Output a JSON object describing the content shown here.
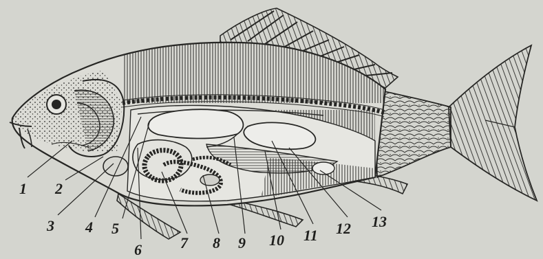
{
  "figure": {
    "subject": "fish-internal-anatomy",
    "colors": {
      "ink": "#262624",
      "paper": "#d4d5cf",
      "organ": "#e6e6e1"
    },
    "labels": [
      "1",
      "2",
      "3",
      "4",
      "5",
      "6",
      "7",
      "8",
      "9",
      "10",
      "11",
      "12",
      "13"
    ]
  }
}
